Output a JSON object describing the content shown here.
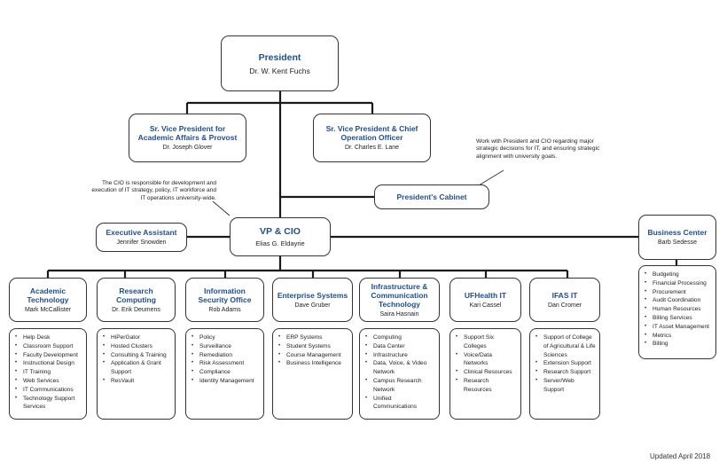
{
  "president": {
    "title": "President",
    "name": "Dr. W. Kent Fuchs"
  },
  "svp_academic": {
    "title": "Sr. Vice President for Academic Affairs & Provost",
    "name": "Dr. Joseph Glover"
  },
  "svp_coo": {
    "title": "Sr. Vice President & Chief Operation Officer",
    "name": "Dr. Charles E. Lane"
  },
  "cabinet": {
    "title": "President's Cabinet"
  },
  "cabinet_note": "Work with President and CIO regarding major strategic decisions for IT, and ensuring strategic alignment with university goals.",
  "cio_note": "The CIO is responsible for development and execution of IT strategy, policy, IT workforce and IT operations university-wide.",
  "exec_assistant": {
    "title": "Executive Assistant",
    "name": "Jennifer Snowden"
  },
  "cio": {
    "title": "VP & CIO",
    "name": "Elias G. Eldayrie"
  },
  "business": {
    "title": "Business Center",
    "name": "Barb Sedesse",
    "items": [
      "Budgeting",
      "Financial Processing",
      "Procurement",
      "Audit Coordination",
      "Human Resources",
      "Billing Services",
      "IT Asset Management",
      "Metrics",
      "Billing"
    ]
  },
  "departments": [
    {
      "title": "Academic Technology",
      "name": "Mark McCallister",
      "items": [
        "Help Desk",
        "Classroom Support",
        "Faculty Development",
        "Instructional Design",
        "IT Training",
        "Web Services",
        "IT Communications",
        "Technology Support Services"
      ]
    },
    {
      "title": "Research Computing",
      "name": "Dr. Erik Deumens",
      "items": [
        "HiPerGator",
        "Hosted Clusters",
        "Consulting & Training",
        "Application & Grant Support",
        "ResVault"
      ]
    },
    {
      "title": "Information Security Office",
      "name": "Rob Adams",
      "items": [
        "Policy",
        "Surveillance",
        "Remediation",
        "Risk Assessment",
        "Compliance",
        "Identity Management"
      ]
    },
    {
      "title": "Enterprise Systems",
      "name": "Dave Gruber",
      "items": [
        "ERP Systems",
        "Student Systems",
        "Course Management",
        "Business Intelligence"
      ]
    },
    {
      "title": "Infrastructure & Communication Technology",
      "name": "Saira Hasnain",
      "items": [
        "Computing",
        "Data Center",
        "Infrastructure",
        "Data, Voice, & Video Network",
        "Campus Research Network",
        "Unified Communications"
      ]
    },
    {
      "title": "UFHealth IT",
      "name": "Kari Cassel",
      "items": [
        "Support Six Colleges",
        "Voice/Data Networks",
        "Clinical Resources",
        "Research Resources"
      ]
    },
    {
      "title": "IFAS IT",
      "name": "Dan Cromer",
      "items": [
        "Support of College of Agricultural & Life Sciences",
        "Extension Support",
        "Research Support",
        "Server/Web Support"
      ]
    }
  ],
  "footer": "Updated April 2018"
}
